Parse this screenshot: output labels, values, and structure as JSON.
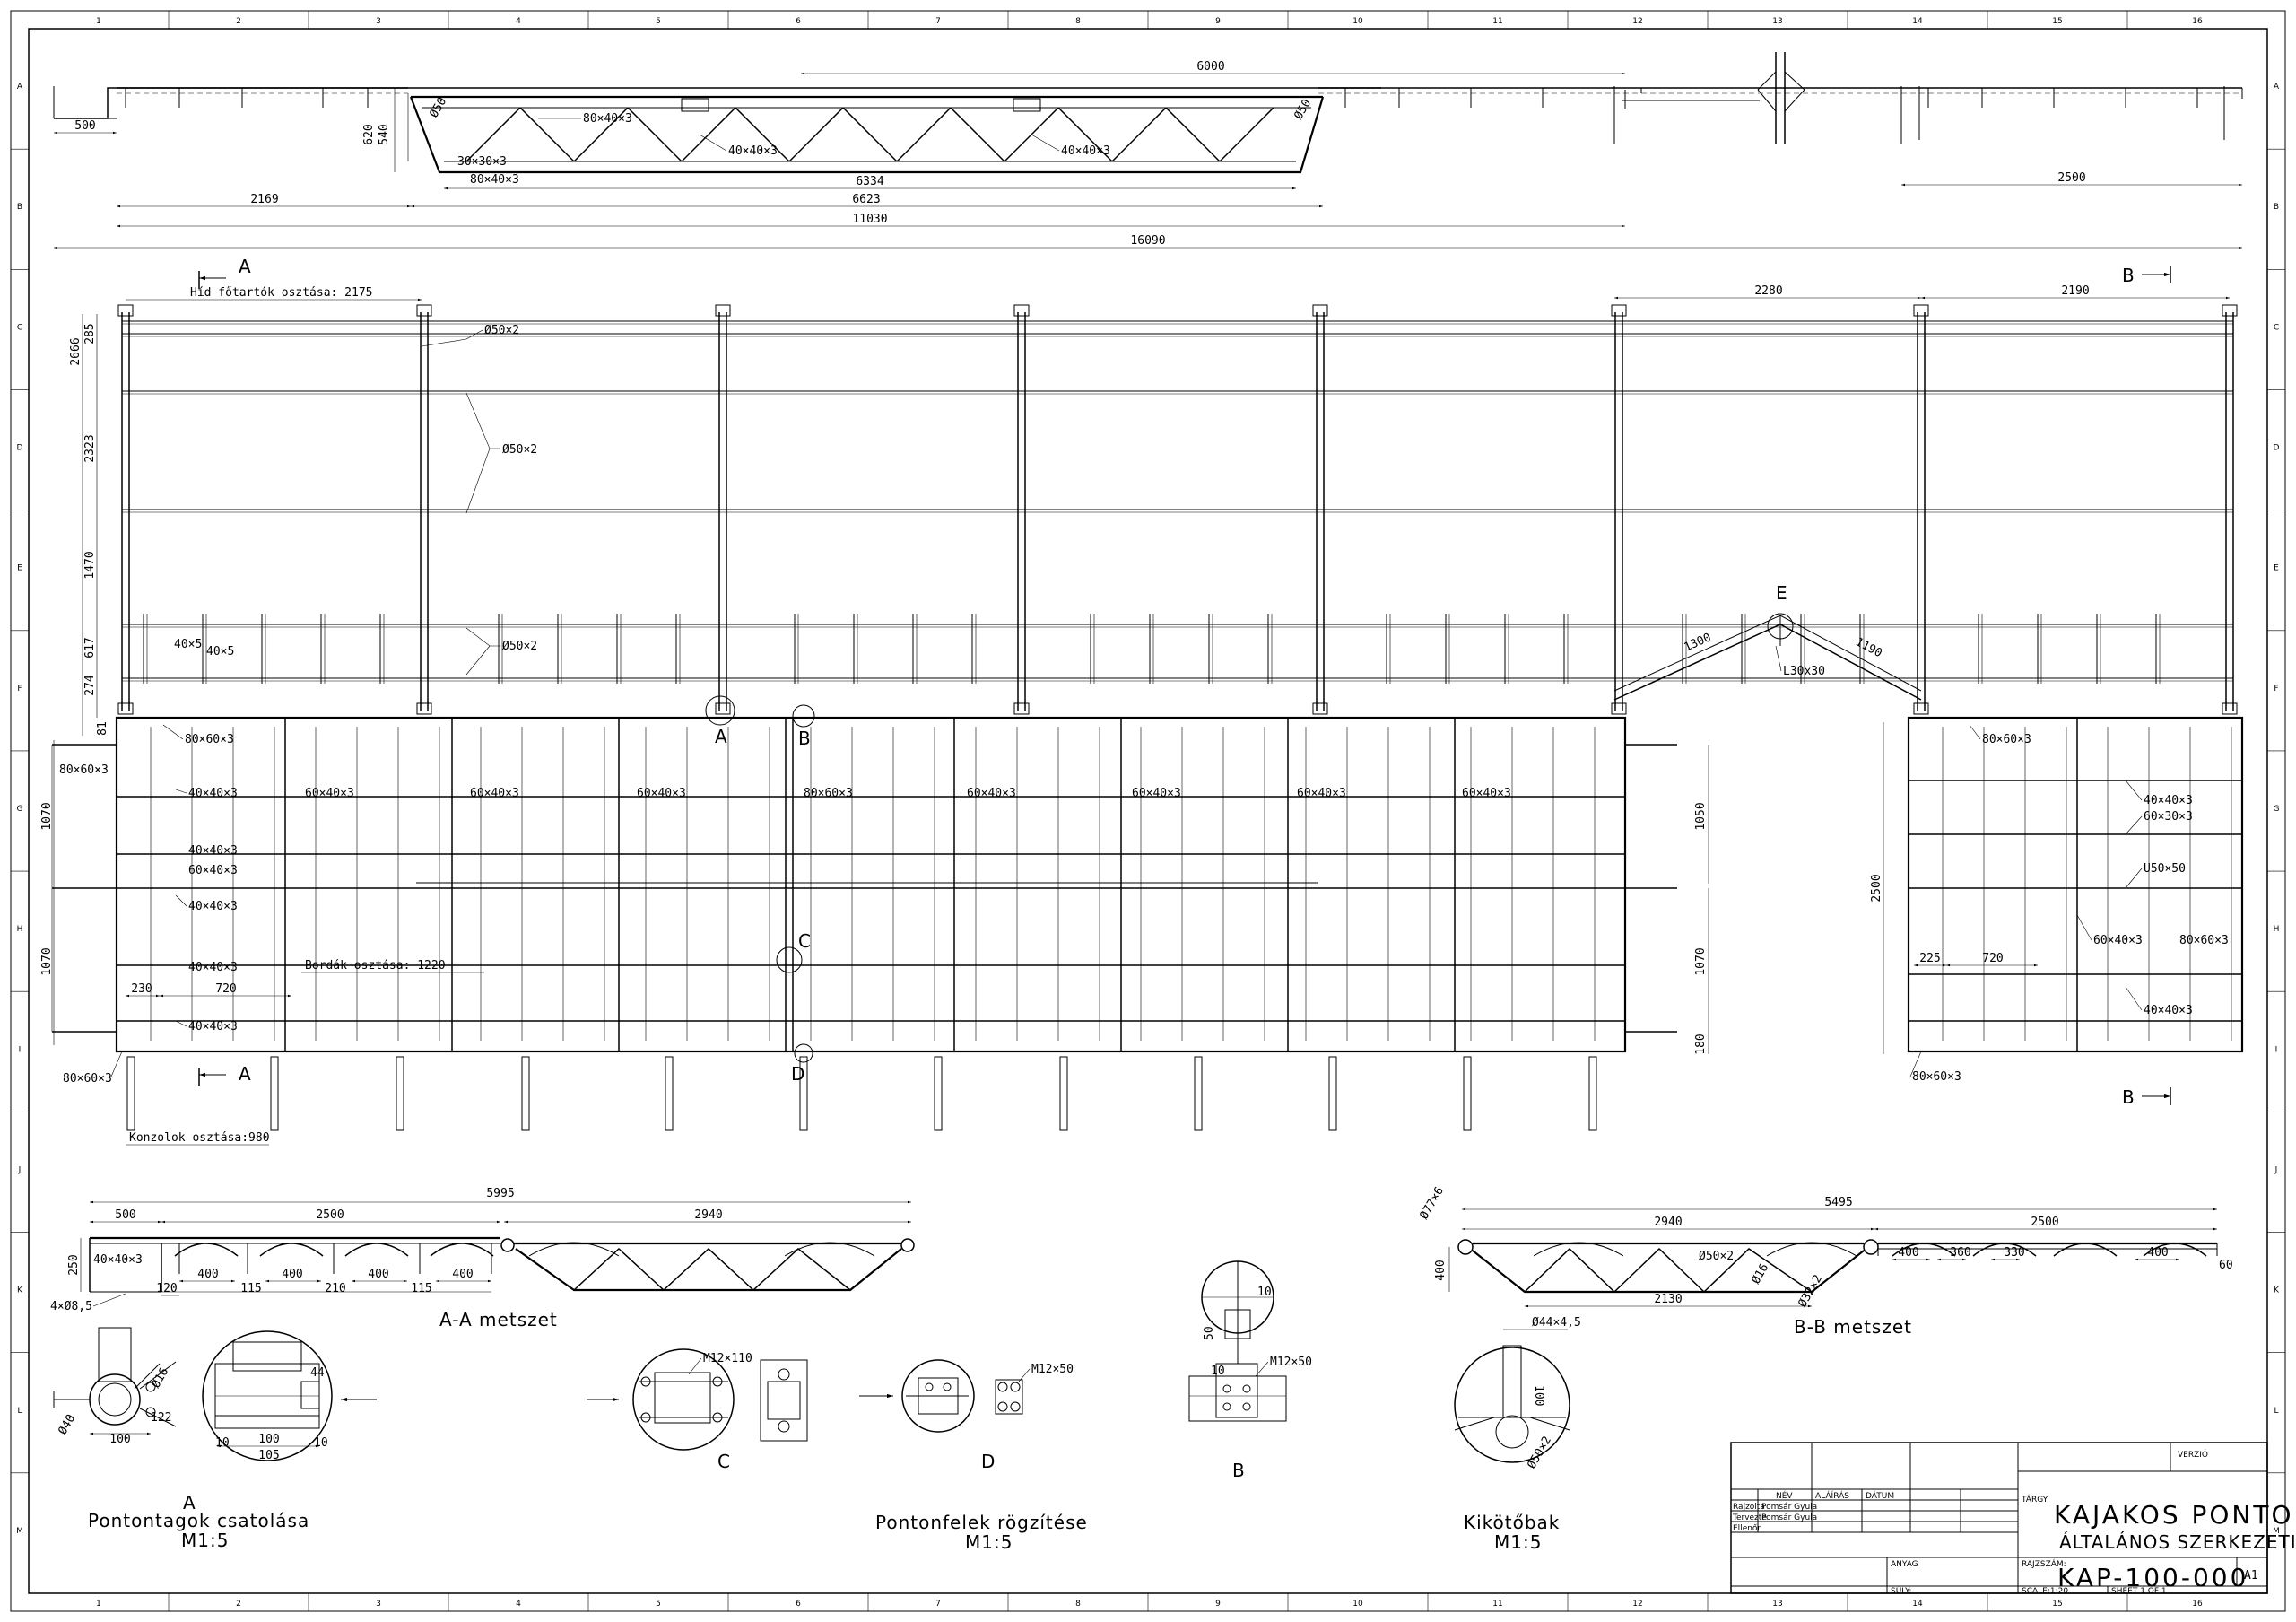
{
  "zones_top": [
    "1",
    "2",
    "3",
    "4",
    "5",
    "6",
    "7",
    "8",
    "9",
    "10",
    "11",
    "12",
    "13",
    "14",
    "15",
    "16"
  ],
  "zones_side": [
    "A",
    "B",
    "C",
    "D",
    "E",
    "F",
    "G",
    "H",
    "I",
    "J",
    "K",
    "L",
    "M"
  ],
  "elevation": {
    "dims": {
      "d6000": "6000",
      "d500": "500",
      "d620": "620",
      "d540": "540",
      "d6334": "6334",
      "d2169": "2169",
      "d6623": "6623",
      "d11030": "11030",
      "d16090": "16090",
      "d2500": "2500"
    },
    "labels": {
      "p80a": "80×40×3",
      "p40a": "40×40×3",
      "p40b": "40×40×3",
      "p30": "30×30×3",
      "p80b": "80×40×3",
      "o50a": "Ø50",
      "o50b": "Ø50"
    }
  },
  "plan": {
    "section_a_top": "A",
    "section_a_bot": "A",
    "section_b_top": "B",
    "section_b_bot": "B",
    "girder_spacing": "Híd főtartók osztása: 2175",
    "d2280": "2280",
    "d2190": "2190",
    "left_dims": {
      "d285": "285",
      "d2666": "2666",
      "d2323": "2323",
      "d1470": "1470",
      "d617": "617",
      "d274": "274",
      "d81": "81",
      "d1070a": "1070",
      "d1070b": "1070"
    },
    "tubes": {
      "t1": "Ø50×2",
      "t2": "Ø50×2",
      "t3": "Ø50×2"
    },
    "handrail": {
      "r1": "40×5",
      "r2": "40×5"
    },
    "gable": {
      "d1300": "1300",
      "d1190": "1190",
      "angle": "L30x30",
      "detail": "E"
    },
    "markers": {
      "a": "A",
      "b": "B",
      "c": "C",
      "d": "D"
    },
    "frame": {
      "f1": "80×60×3",
      "f2": "80×60×3",
      "f3": "80×60×3",
      "f4": "40×40×3",
      "f5": "40×40×3",
      "f6": "60×40×3",
      "f7": "40×40×3",
      "f8": "40×40×3",
      "f9": "40×40×3",
      "m1": "60×40×3",
      "m2": "60×40×3",
      "m3": "60×40×3",
      "m4": "80×60×3",
      "m5": "60×40×3",
      "m6": "60×40×3",
      "m7": "60×40×3",
      "m8": "60×40×3",
      "rib_spacing": "Bordák osztása: 1220",
      "d230": "230",
      "d720": "720",
      "d1050": "1050",
      "d1070": "1070",
      "d180": "180"
    },
    "bracket_spacing": "Konzolok osztása:980",
    "right": {
      "r1": "80×60×3",
      "r2": "40×40×3",
      "r3": "60×30×3",
      "r4": "U50×50",
      "r5": "60×40×3",
      "r6": "80×60×3",
      "r7": "40×40×3",
      "r8": "80×60×3",
      "d2500": "2500",
      "d225": "225",
      "d720": "720"
    }
  },
  "section_aa": {
    "d5995": "5995",
    "d500": "500",
    "d2500": "2500",
    "d2940": "2940",
    "d250": "250",
    "profile": "40×40×3",
    "holes": "4×Ø8,5",
    "d120": "120",
    "d400a": "400",
    "d115a": "115",
    "d400b": "400",
    "d210": "210",
    "d400c": "400",
    "d115b": "115",
    "d400d": "400",
    "title": "A-A metszet"
  },
  "section_bb": {
    "d5495": "5495",
    "d2940": "2940",
    "d2500": "2500",
    "d400": "400",
    "d2130": "2130",
    "o77": "Ø77×6",
    "o50": "Ø50×2",
    "o16": "Ø16",
    "o32": "Ø32×2",
    "d400a": "400",
    "d360": "360",
    "d330": "330",
    "d400b": "400",
    "d60": "60",
    "title": "B-B metszet"
  },
  "detail_a": {
    "letter": "A",
    "title": "Pontontagok csatolása",
    "scale": "M1:5",
    "d122": "122",
    "d100a": "100",
    "d100b": "100",
    "d105": "105",
    "d10a": "10",
    "d10b": "10",
    "d44": "44",
    "o40": "Ø40",
    "o16": "Ø16"
  },
  "detail_c": {
    "letter": "C",
    "bolt": "M12×110"
  },
  "detail_d": {
    "letter": "D",
    "bolt": "M12×50"
  },
  "pontonfelek": {
    "title": "Pontonfelek rögzítése",
    "scale": "M1:5"
  },
  "detail_b": {
    "letter": "B",
    "bolt": "M12×50",
    "d10a": "10",
    "d10b": "10",
    "d50": "50"
  },
  "kikotobak": {
    "title": "Kikötőbak",
    "scale": "M1:5",
    "tube": "Ø44×4,5",
    "o50": "Ø50×2",
    "d100": "100"
  },
  "title_block": {
    "verzio": "VERZIÓ",
    "nev": "NÉV",
    "aláírás": "ALÁÍRÁS",
    "datum": "DÁTUM",
    "row1": "Rajzolta",
    "row1n": "Pomsár Gyula",
    "row2": "Tervezte",
    "row2n": "Pomsár Gyula",
    "row3": "Ellenőr",
    "targy_lbl": "TÁRGY:",
    "title": "KAJAKOS PONTON",
    "subtitle": "ÁLTALÁNOS SZERKEZETI RAJZ",
    "rajzszam_lbl": "RAJZSZÁM:",
    "number": "KAP-100-000",
    "format": "A1",
    "anyag_lbl": "ANYAG",
    "suly_lbl": "SÚLY:",
    "scale_lbl": "SCALE:1:20",
    "sheet": "SHEET 1 OF 1"
  }
}
